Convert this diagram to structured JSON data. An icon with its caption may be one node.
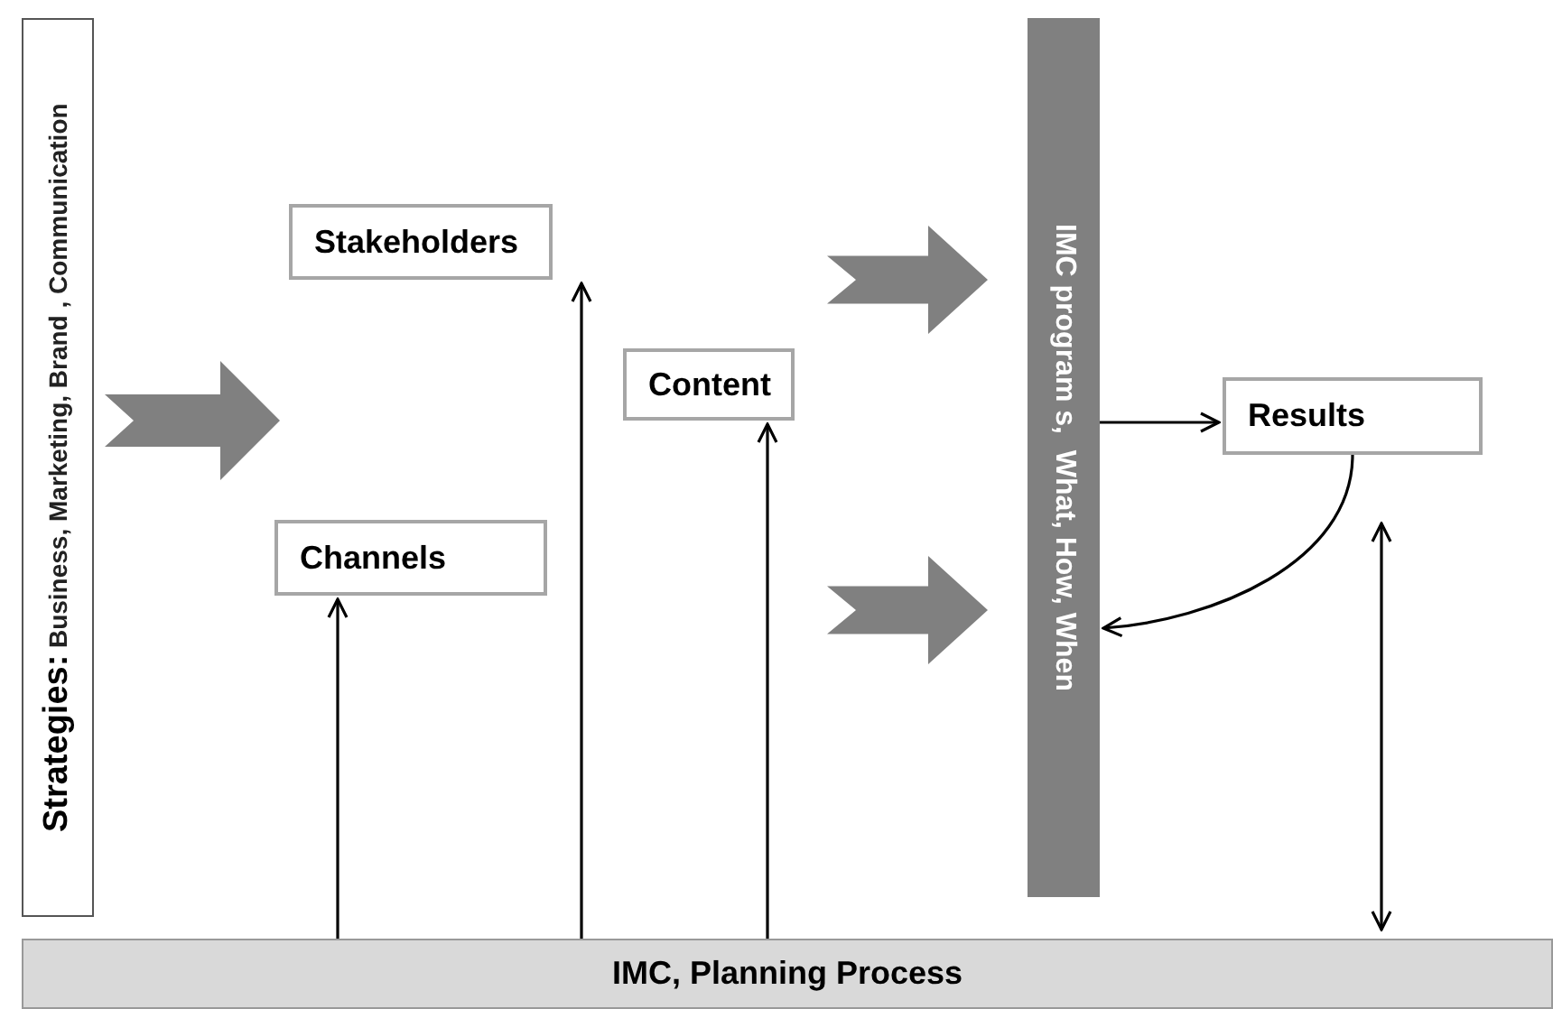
{
  "diagram": {
    "nodes": [
      {
        "text": [
          "Strategies:",
          "Business, Marketing, Brand , Communication"
        ]
      },
      {
        "text": [
          "Stakeholders"
        ]
      },
      {
        "text": [
          "Content"
        ]
      },
      {
        "text": [
          "Channels"
        ]
      },
      {
        "text": [
          "IMC program s,  What, How, When"
        ]
      },
      {
        "text": [
          "Results"
        ]
      },
      {
        "text": [
          "IMC, Planning Process"
        ]
      }
    ],
    "edges": [
      {
        "from": 0,
        "to": null,
        "arrow": "to",
        "style": "thick",
        "color": "#808080"
      },
      {
        "from": null,
        "to": 4,
        "arrow": "to",
        "style": "thick",
        "color": "#808080"
      },
      {
        "from": null,
        "to": 4,
        "arrow": "to",
        "style": "thick",
        "color": "#808080"
      },
      {
        "from": 6,
        "to": 3,
        "arrow": "to"
      },
      {
        "from": 6,
        "to": 1,
        "arrow": "to"
      },
      {
        "from": 6,
        "to": 2,
        "arrow": "to"
      },
      {
        "from": 4,
        "to": 5,
        "arrow": "to"
      },
      {
        "from": 5,
        "to": 4,
        "arrow": "to"
      },
      {
        "from": 5,
        "to": 6,
        "arrow": "both"
      }
    ]
  }
}
